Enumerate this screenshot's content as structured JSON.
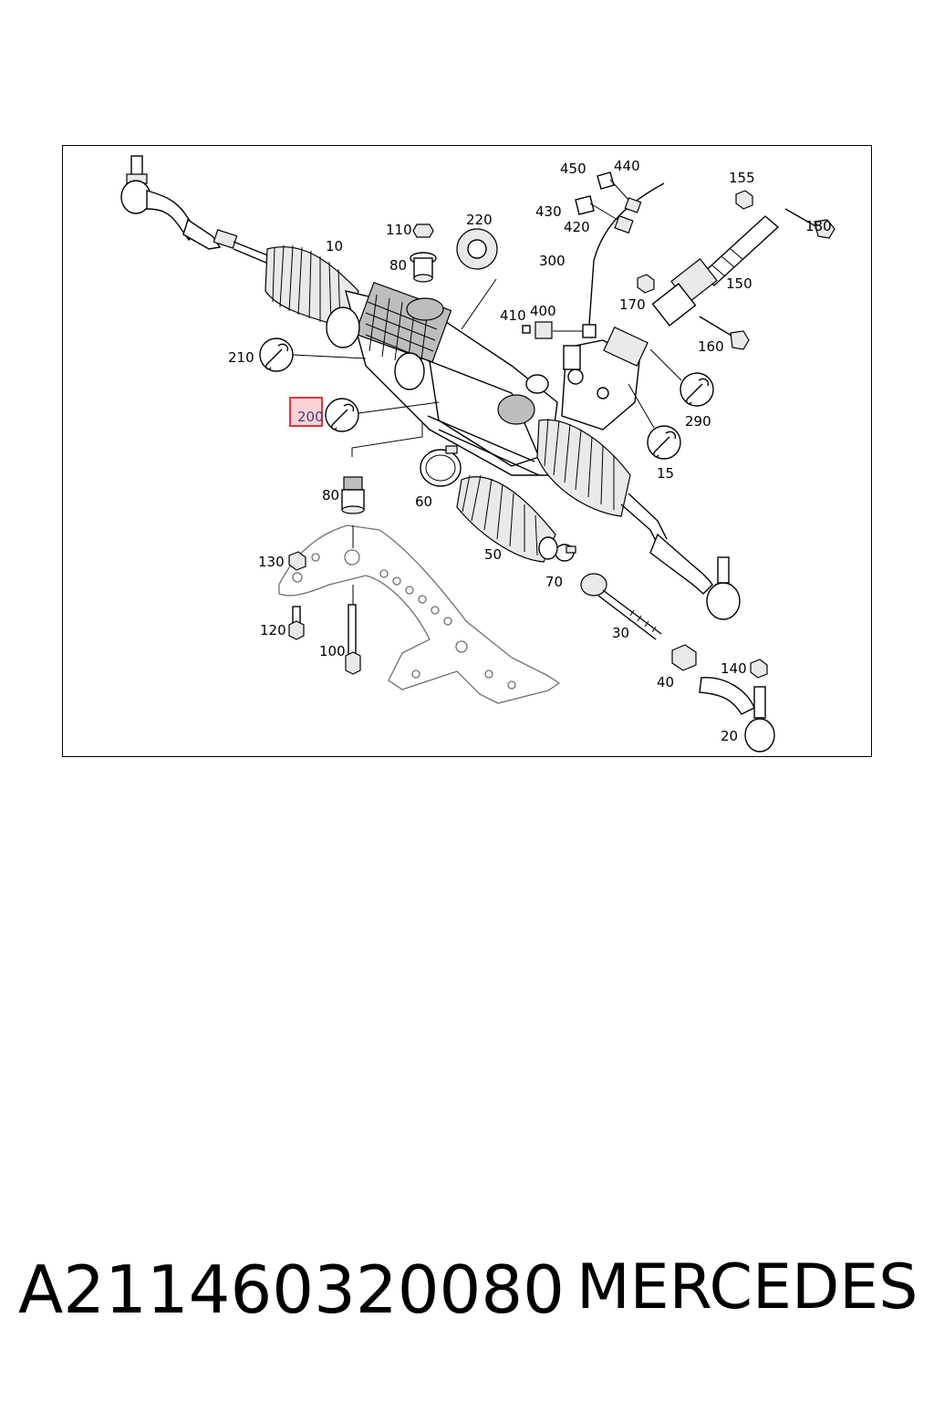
{
  "callouts": {
    "c10": "10",
    "c15": "15",
    "c20": "20",
    "c30": "30",
    "c40": "40",
    "c50": "50",
    "c60": "60",
    "c70": "70",
    "c80a": "80",
    "c80b": "80",
    "c100": "100",
    "c110": "110",
    "c120": "120",
    "c130": "130",
    "c140": "140",
    "c150": "150",
    "c155": "155",
    "c160": "160",
    "c170": "170",
    "c180": "180",
    "c200": "200",
    "c210": "210",
    "c220": "220",
    "c290": "290",
    "c300": "300",
    "c400": "400",
    "c410": "410",
    "c420": "420",
    "c430": "430",
    "c440": "440",
    "c450": "450"
  },
  "highlighted_callout": "200",
  "highlight_color": "#e0202a",
  "footer": {
    "part_number": "A211460320080",
    "brand": "MERCEDES"
  }
}
